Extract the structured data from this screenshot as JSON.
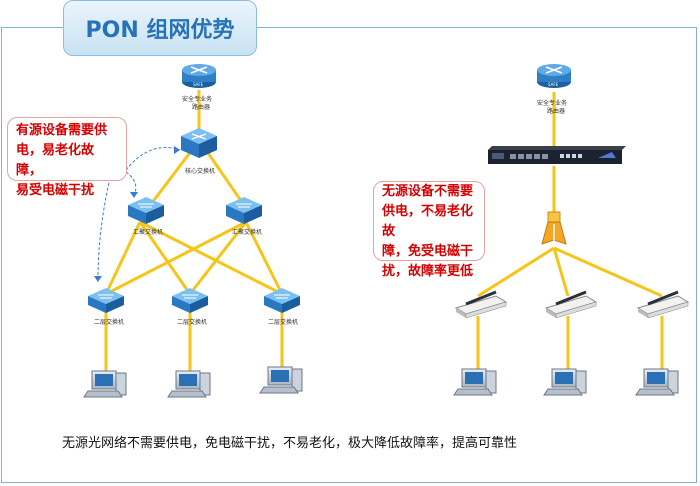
{
  "title": "PON 组网优势",
  "left_network": {
    "router_label_line1": "安全专业务",
    "router_label_line2": "路由器",
    "core_switch_label": "核心交换机",
    "agg_switch_labels": [
      "汇聚交换机",
      "汇聚交换机"
    ],
    "access_switch_labels": [
      "二层交换机",
      "二层交换机",
      "二层交换机"
    ],
    "router_badge": "SAFE",
    "note_lines": [
      "有源设备需要供",
      "电，易老化故障，",
      "易受电磁干扰"
    ]
  },
  "right_network": {
    "router_label_line1": "安全专业务",
    "router_label_line2": "路由器",
    "router_badge": "SAFE",
    "note_lines": [
      "无源设备不需要",
      "供电，不易老化故",
      "障，免受电磁干",
      "扰，故障率更低"
    ]
  },
  "footer_text": "无源光网络不需要供电，免电磁干扰，不易老化，极大降低故障率，提高可靠性",
  "colors": {
    "link": "#f5c518",
    "title": "#2672b8",
    "note_text": "#d60000",
    "switch": "#3a8fd8",
    "router": "#2f7fc7",
    "dashed": "#3a7bd5"
  }
}
